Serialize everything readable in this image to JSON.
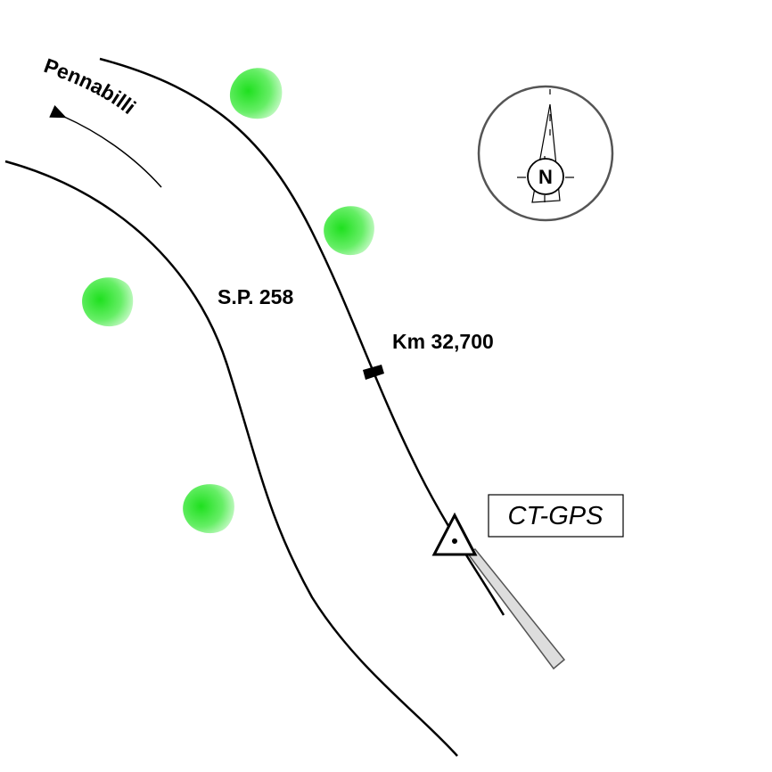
{
  "map": {
    "road_name": "S.P. 258",
    "direction_label": "Pennabilli",
    "kilometer_marker": "Km 32,700",
    "station_label": "CT-GPS",
    "compass_letter": "N",
    "colors": {
      "road": "#000000",
      "tree": "#33ee33",
      "compass": "#555555",
      "access_path": "#dddddd"
    },
    "icons": [
      "tree-icon",
      "compass-icon",
      "gps-station-icon",
      "direction-arrow-icon"
    ]
  }
}
